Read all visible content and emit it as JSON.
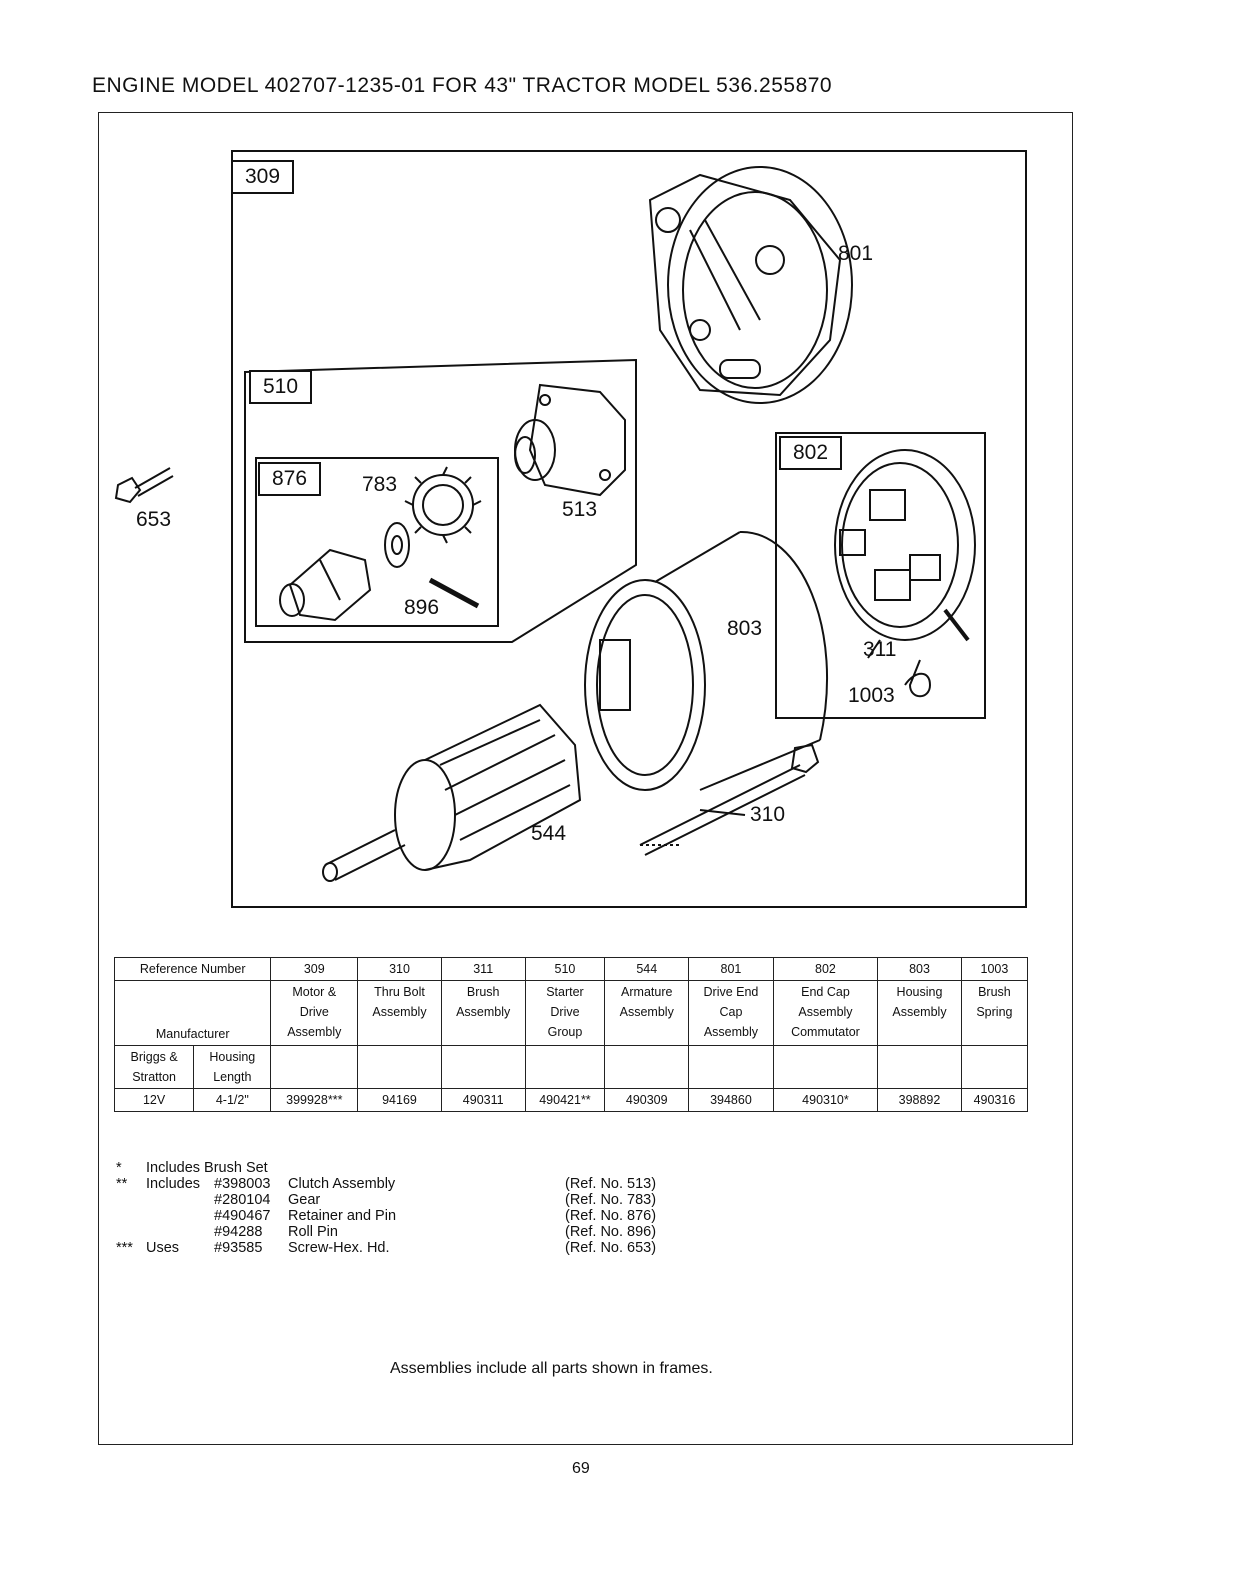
{
  "title": "ENGINE MODEL 402707-1235-01 FOR 43\" TRACTOR MODEL 536.255870",
  "diagram": {
    "callouts": {
      "c309": "309",
      "c510": "510",
      "c876": "876",
      "c783": "783",
      "c896": "896",
      "c513": "513",
      "c801": "801",
      "c802": "802",
      "c803": "803",
      "c311": "311",
      "c1003": "1003",
      "c653": "653",
      "c544": "544",
      "c310": "310"
    }
  },
  "table": {
    "ref_label": "Reference Number",
    "mfr_label": "Manufacturer",
    "columns": [
      {
        "ref": "309",
        "desc": [
          "Motor &",
          "Drive",
          "Assembly"
        ],
        "part": "399928***"
      },
      {
        "ref": "310",
        "desc": [
          "Thru Bolt",
          "Assembly",
          ""
        ],
        "part": "94169"
      },
      {
        "ref": "311",
        "desc": [
          "Brush",
          "Assembly",
          ""
        ],
        "part": "490311"
      },
      {
        "ref": "510",
        "desc": [
          "Starter",
          "Drive",
          "Group"
        ],
        "part": "490421**"
      },
      {
        "ref": "544",
        "desc": [
          "Armature",
          "Assembly",
          ""
        ],
        "part": "490309"
      },
      {
        "ref": "801",
        "desc": [
          "Drive End",
          "Cap",
          "Assembly"
        ],
        "part": "394860"
      },
      {
        "ref": "802",
        "desc": [
          "End Cap",
          "Assembly",
          "Commutator"
        ],
        "part": "490310*"
      },
      {
        "ref": "803",
        "desc": [
          "Housing",
          "Assembly",
          ""
        ],
        "part": "398892"
      },
      {
        "ref": "1003",
        "desc": [
          "Brush",
          "Spring",
          ""
        ],
        "part": "490316"
      }
    ],
    "row_mfr": "Briggs &",
    "row_mfr2": "Stratton",
    "row_housing": "Housing",
    "row_housing2": "Length",
    "row_volt": "12V",
    "row_length": "4-1/2\""
  },
  "notes": {
    "n1_sym": "*",
    "n1_text": "Includes Brush Set",
    "n2_sym": "**",
    "n2_word": "Includes",
    "n2_items": [
      {
        "num": "#398003",
        "desc": "Clutch Assembly",
        "ref": "(Ref. No. 513)"
      },
      {
        "num": "#280104",
        "desc": "Gear",
        "ref": "(Ref. No. 783)"
      },
      {
        "num": "#490467",
        "desc": "Retainer and Pin",
        "ref": "(Ref. No. 876)"
      },
      {
        "num": "#94288",
        "desc": "Roll Pin",
        "ref": "(Ref. No. 896)"
      }
    ],
    "n3_sym": "***",
    "n3_word": "Uses",
    "n3_num": "#93585",
    "n3_desc": "Screw-Hex. Hd.",
    "n3_ref": "(Ref. No. 653)"
  },
  "footer_note": "Assemblies include all parts shown in frames.",
  "page_number": "69"
}
